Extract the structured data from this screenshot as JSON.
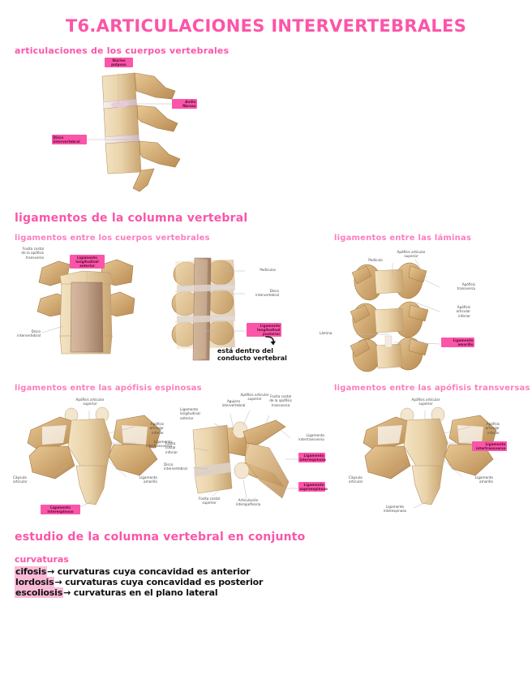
{
  "document": {
    "title": "T6.ARTICULACIONES INTERVERTEBRALES",
    "accent_color": "#fb55a9",
    "highlight_color": "#fb55a9",
    "background_color": "#ffffff"
  },
  "sections": {
    "s1_heading": "articulaciones de los cuerpos vertebrales",
    "s2_heading": "ligamentos de la columna vertebral",
    "s2_sub_left": "ligamentos entre los cuerpos vertebrales",
    "s2_sub_right": "ligamentos entre las láminas",
    "s3_sub_left": "ligamentos entre las apófisis espinosas",
    "s3_sub_right": "ligamentos entre las apófisis transversas",
    "s4_heading": "estudio de la columna vertebral en conjunto"
  },
  "fig1": {
    "name": "vertebral-bodies-lateral",
    "labels": [
      {
        "text": "Núcleo\npulposo",
        "highlight": true
      },
      {
        "text": "Anillo\nfibroso",
        "highlight": true
      },
      {
        "text": "Disco\nintervertebral",
        "highlight": true
      }
    ]
  },
  "fig2": {
    "name": "anterior-longitudinal-ligament",
    "labels": [
      {
        "text": "Fosita costal\nde la apófisis\ntransversa",
        "highlight": false
      },
      {
        "text": "Ligamento\nlongitudinal\nanterior",
        "highlight": true
      },
      {
        "text": "Disco\nintervertebral",
        "highlight": false
      }
    ]
  },
  "fig3": {
    "name": "posterior-longitudinal-ligament",
    "labels": [
      {
        "text": "Pedículos",
        "highlight": false
      },
      {
        "text": "Disco\nintervertebral",
        "highlight": false
      },
      {
        "text": "Ligamento\nlongitudinal\nposterior",
        "highlight": true
      }
    ],
    "note": "está dentro del\nconducto vertebral"
  },
  "fig4": {
    "name": "ligamentum-flavum",
    "labels": [
      {
        "text": "Apófisis articular\nsuperior",
        "highlight": false
      },
      {
        "text": "Pedículo",
        "highlight": false
      },
      {
        "text": "Apófisis\ntransversa",
        "highlight": false
      },
      {
        "text": "Apófisis\narticular\ninferior",
        "highlight": false
      },
      {
        "text": "Lámina",
        "highlight": false
      },
      {
        "text": "Ligamento\namarillo",
        "highlight": true
      }
    ]
  },
  "fig5": {
    "name": "interspinous-ligament-posterior-view",
    "labels": [
      {
        "text": "Apófisis articular\nsuperior",
        "highlight": false
      },
      {
        "text": "Apófisis\narticular\ninferior",
        "highlight": false
      },
      {
        "text": "Ligamento\nintertransverso",
        "highlight": false
      },
      {
        "text": "Cápsula\narticular",
        "highlight": false
      },
      {
        "text": "Ligamento\namarillo",
        "highlight": false
      },
      {
        "text": "Ligamento\ninterespinoso",
        "highlight": true
      }
    ]
  },
  "fig6": {
    "name": "supraspinous-ligament-lateral-view",
    "labels": [
      {
        "text": "Ligamento\nlongitudinal\nanterior",
        "highlight": false
      },
      {
        "text": "Agujero\nintervertebral",
        "highlight": false
      },
      {
        "text": "Apófisis articular\nsuperior",
        "highlight": false
      },
      {
        "text": "Fosita costal\nde la apófisis\ntransversa",
        "highlight": false
      },
      {
        "text": "Ligamento\nintertransverso",
        "highlight": false
      },
      {
        "text": "Fosita\ncostal\ninferior",
        "highlight": false
      },
      {
        "text": "Disco\nintervertebral",
        "highlight": false
      },
      {
        "text": "Fosita costal\nsuperior",
        "highlight": false
      },
      {
        "text": "Articulación\ninterapofisaria",
        "highlight": false
      },
      {
        "text": "Ligamento\ninterespinoso",
        "highlight": true
      },
      {
        "text": "Ligamento\nsupraespinoso",
        "highlight": true
      }
    ]
  },
  "fig7": {
    "name": "intertransverse-ligament-posterior-view",
    "labels": [
      {
        "text": "Apófisis articular\nsuperior",
        "highlight": false
      },
      {
        "text": "Apófisis\narticular\ninferior",
        "highlight": false
      },
      {
        "text": "Ligamento\nintertransverso",
        "highlight": true
      },
      {
        "text": "Cápsula\narticular",
        "highlight": false
      },
      {
        "text": "Ligamento\namarillo",
        "highlight": false
      },
      {
        "text": "Ligamento\ninterespinoso",
        "highlight": false
      }
    ]
  },
  "curvaturas": {
    "heading": "curvaturas",
    "lines": [
      {
        "term": "cifosis",
        "rest": "→ curvaturas cuya concavidad es anterior"
      },
      {
        "term": "lordosis",
        "rest": "→ curvaturas cuya concavidad es posterior"
      },
      {
        "term": "escoliosis",
        "rest": "→ curvaturas en el plano lateral"
      }
    ]
  }
}
